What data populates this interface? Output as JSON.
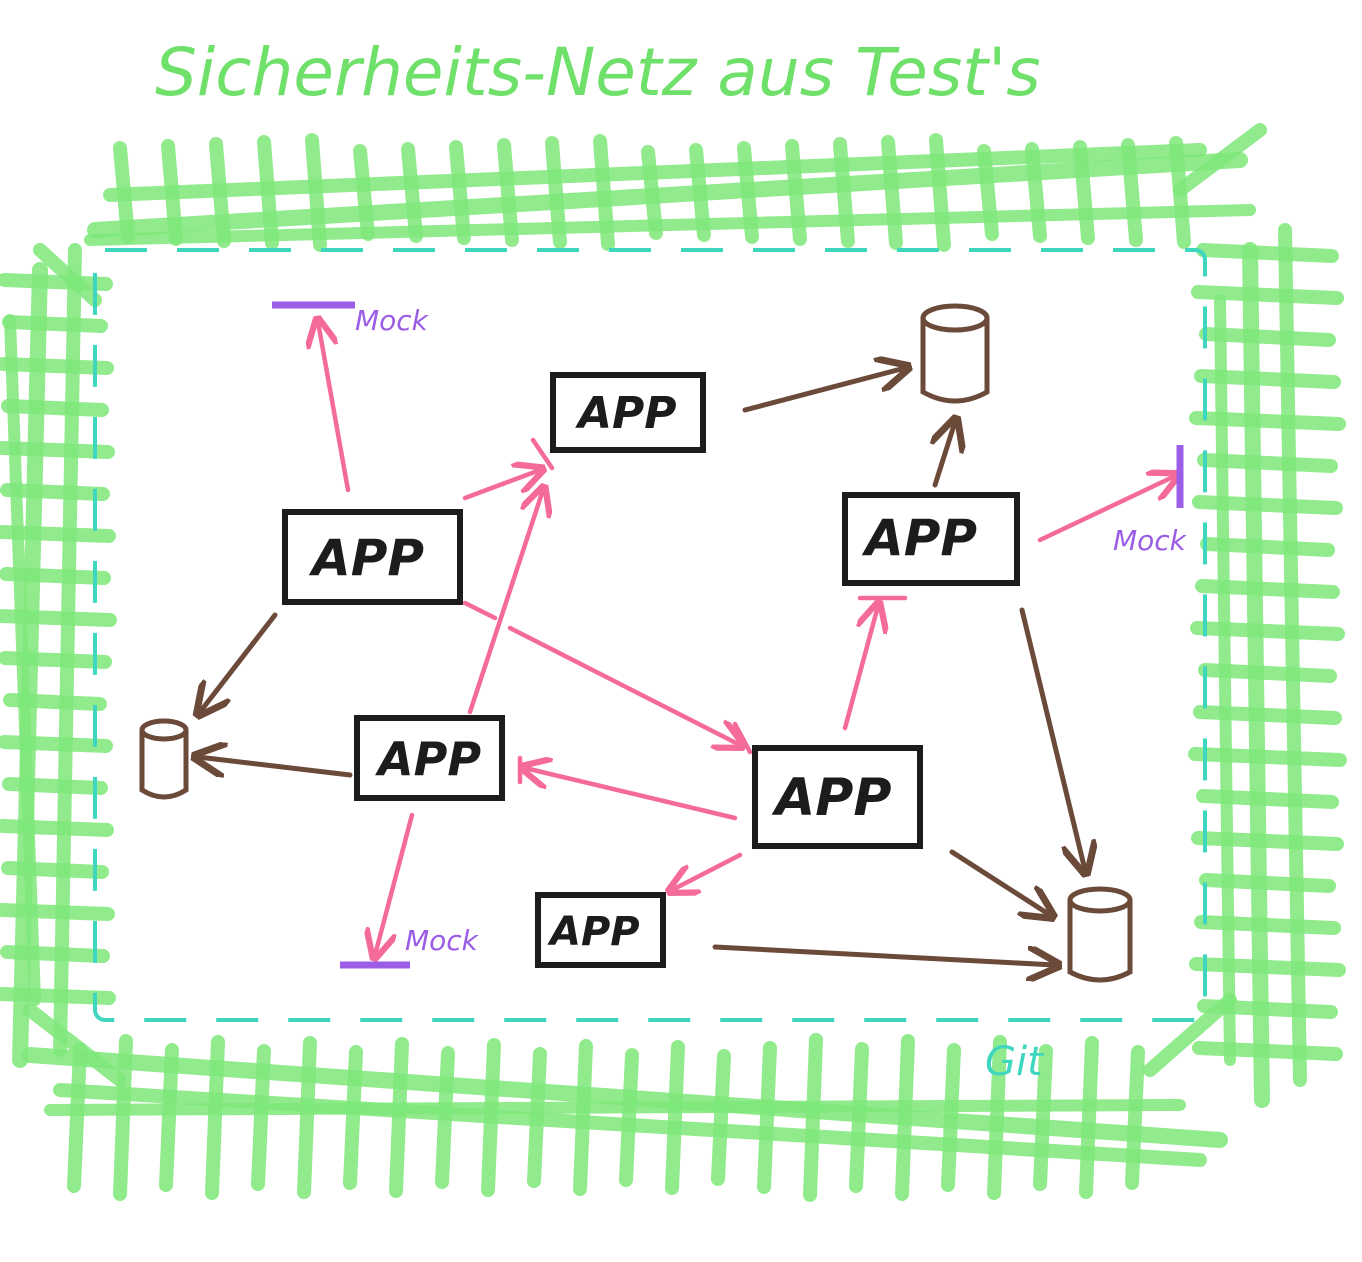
{
  "title": "Sicherheits-Netz aus Test's",
  "apps": [
    {
      "id": "app-top",
      "label": "APP"
    },
    {
      "id": "app-left",
      "label": "APP"
    },
    {
      "id": "app-right",
      "label": "APP"
    },
    {
      "id": "app-mid",
      "label": "APP"
    },
    {
      "id": "app-center",
      "label": "APP"
    },
    {
      "id": "app-bottom",
      "label": "APP"
    }
  ],
  "mocks": [
    {
      "id": "mock-top",
      "label": "Mock"
    },
    {
      "id": "mock-right",
      "label": "Mock"
    },
    {
      "id": "mock-bottom",
      "label": "Mock"
    }
  ],
  "boundary_label": "Git",
  "colors": {
    "net": "#7ee87a",
    "boundary": "#3fd6c0",
    "title": "#6fe06a",
    "app_border": "#1c1c1c",
    "test_arrow": "#f46a9a",
    "dependency_arrow": "#6b4a3a",
    "mock": "#9b5de5",
    "git_label": "#3fd6c0"
  }
}
